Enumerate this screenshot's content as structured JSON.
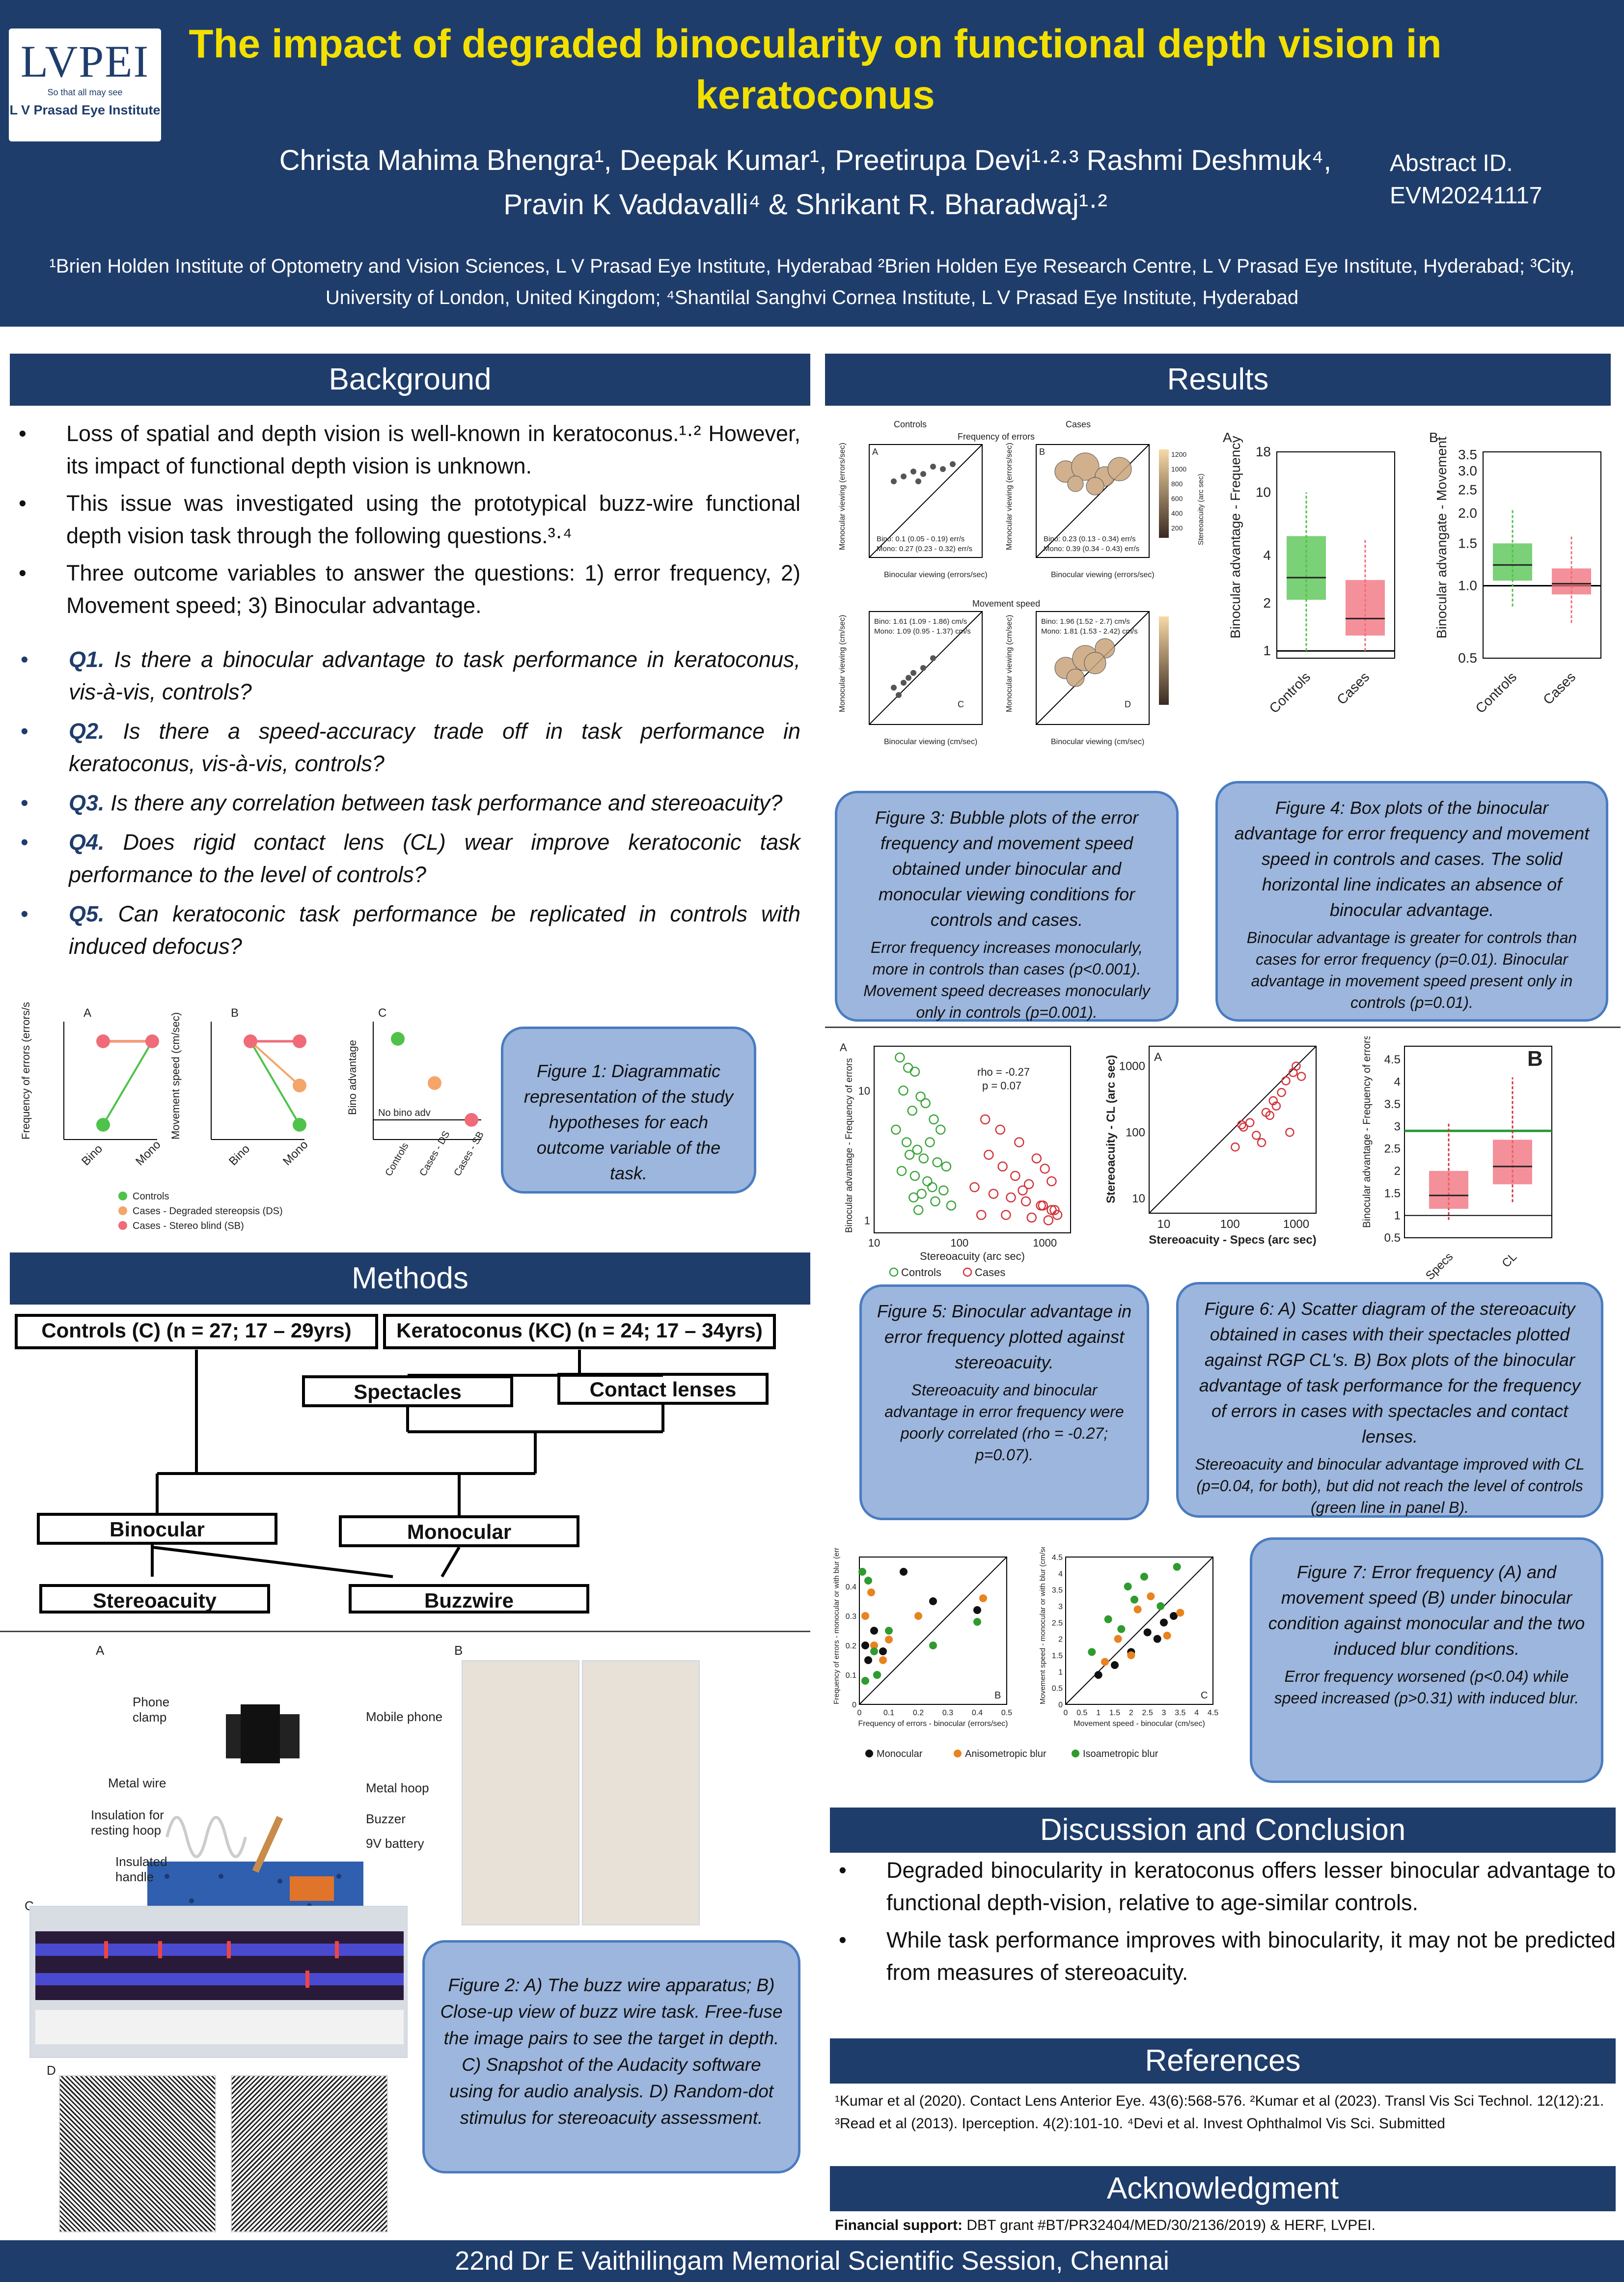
{
  "header": {
    "logo_mark": "LVPEI",
    "logo_tagline": "So that all may see",
    "logo_name": "L V Prasad Eye Institute",
    "title": "The impact of degraded binocularity on functional depth vision in keratoconus",
    "authors_line1": "Christa Mahima Bhengra¹, Deepak Kumar¹, Preetirupa Devi¹·²·³ Rashmi Deshmuk⁴,",
    "authors_line2": "Pravin K Vaddavalli⁴ & Shrikant R. Bharadwaj¹·²",
    "abstract_label": "Abstract ID.",
    "abstract_id": "EVM20241117",
    "affiliations": "¹Brien Holden Institute of Optometry and Vision Sciences, L V Prasad Eye Institute, Hyderabad ²Brien Holden Eye Research Centre, L V Prasad Eye Institute, Hyderabad; ³City, University of London, United Kingdom; ⁴Shantilal Sanghvi Cornea Institute, L V Prasad Eye Institute, Hyderabad"
  },
  "background": {
    "heading": "Background",
    "bullets": [
      "Loss of spatial and depth vision is well-known in keratoconus.¹·² However, its impact of functional depth vision is unknown.",
      "This issue was investigated using the prototypical buzz-wire functional depth vision task through the following questions.³·⁴",
      "Three outcome variables to answer the questions: 1) error frequency, 2) Movement speed; 3) Binocular advantage."
    ],
    "questions": [
      {
        "id": "Q1.",
        "text": "Is there a binocular advantage to task performance in keratoconus, vis-à-vis, controls?"
      },
      {
        "id": "Q2.",
        "text": "Is there a speed-accuracy trade off in task performance in keratoconus, vis-à-vis, controls?"
      },
      {
        "id": "Q3.",
        "text": "Is there any correlation between task performance and stereoacuity?"
      },
      {
        "id": "Q4.",
        "text": "Does rigid contact lens (CL) wear improve keratoconic task performance to the level of controls?"
      },
      {
        "id": "Q5.",
        "text": "Can keratoconic task performance be replicated in controls with induced defocus?"
      }
    ],
    "fig1_caption": "Figure 1: Diagrammatic representation of the study hypotheses for each outcome variable of the task."
  },
  "fig1": {
    "panels": [
      "A",
      "B",
      "C"
    ],
    "ylabels": [
      "Frequency of errors (errors/sec)",
      "Movement speed (cm/sec)",
      "Bino advantage"
    ],
    "xticks": [
      "Bino",
      "Mono"
    ],
    "c_xticks": [
      "Controls",
      "Cases - DS",
      "Cases - SB"
    ],
    "c_note": "No bino adv",
    "legend": [
      "Controls",
      "Cases - Degraded stereopsis (DS)",
      "Cases - Stereo blind (SB)"
    ]
  },
  "methods": {
    "heading": "Methods",
    "controls": "Controls (C) (n = 27; 17 – 29yrs)",
    "keratoconus": "Keratoconus (KC) (n = 24; 17 – 34yrs)",
    "spectacles": "Spectacles",
    "contact_lenses": "Contact lenses",
    "binocular": "Binocular",
    "monocular": "Monocular",
    "stereoacuity": "Stereoacuity",
    "buzzwire": "Buzzwire",
    "fig2_labels": {
      "A": "A",
      "B": "B",
      "C": "C",
      "D": "D",
      "phone_clamp": "Phone clamp",
      "mobile_phone": "Mobile phone",
      "metal_wire": "Metal wire",
      "metal_hoop": "Metal hoop",
      "insulation": "Insulation for resting hoop",
      "buzzer": "Buzzer",
      "battery": "9V battery",
      "handle": "Insulated handle"
    },
    "fig2_caption": "Figure 2: A) The buzz wire apparatus; B) Close-up view of buzz wire task. Free-fuse the image pairs to see the target in depth. C) Snapshot of the Audacity software using for audio analysis. D) Random-dot stimulus for stereoacuity assessment."
  },
  "results": {
    "heading": "Results",
    "fig3": {
      "col_controls": "Controls",
      "col_cases": "Cases",
      "row1_title": "Frequency of errors",
      "row2_title": "Movement speed",
      "panel_labels": [
        "A",
        "B",
        "C",
        "D"
      ],
      "y1": "Monocular viewing (errors/sec)",
      "x1": "Binocular viewing (errors/sec)",
      "y2": "Monocular viewing (cm/sec)",
      "x2": "Binocular viewing (cm/sec)",
      "a_bino": "Bino: 0.1 (0.05 - 0.19) err/s",
      "a_mono": "Mono: 0.27 (0.23 - 0.32) err/s",
      "b_bino": "Bino: 0.23 (0.13 - 0.34) err/s",
      "b_mono": "Mono: 0.39 (0.34 - 0.43) err/s",
      "c_bino": "Bino: 1.61 (1.09 - 1.86) cm/s",
      "c_mono": "Mono: 1.09 (0.95 - 1.37) cm/s",
      "d_bino": "Bino: 1.96 (1.52 - 2.7) cm/s",
      "d_mono": "Mono: 1.81 (1.53 - 2.42) cm/s",
      "colorbar_label": "Stereoacuity (arc sec)",
      "colorbar_ticks": [
        "1200",
        "1000",
        "800",
        "600",
        "400",
        "200"
      ]
    },
    "fig3_caption": "Figure 3: Bubble plots of the error frequency and movement speed obtained under binocular and monocular viewing conditions for controls and cases.",
    "fig3_caption_sm": "Error frequency increases monocularly, more in controls than cases (p<0.001). Movement speed decreases monocularly only in controls (p=0.001).",
    "fig4_caption": "Figure 4: Box plots of the binocular advantage for error frequency and movement speed in controls and cases. The solid horizontal line indicates an absence of binocular advantage.",
    "fig4_caption_sm": "Binocular advantage is greater for controls than cases for error frequency (p=0.01). Binocular advantage in movement speed present only in controls (p=0.01).",
    "fig5_caption": "Figure 5: Binocular advantage in error frequency plotted against stereoacuity.",
    "fig5_caption_sm": "Stereoacuity and binocular advantage in error frequency were poorly correlated (rho = -0.27; p=0.07).",
    "fig6_caption": "Figure 6: A) Scatter diagram of the stereoacuity obtained in cases with their spectacles plotted against RGP CL's. B) Box plots of the binocular advantage of task performance for the frequency of errors in cases with spectacles and contact lenses.",
    "fig6_caption_sm": "Stereoacuity and binocular advantage improved with CL (p=0.04, for both), but did not reach the level of controls (green line in panel B).",
    "fig7_caption": "Figure 7: Error frequency (A) and movement speed (B) under binocular condition against monocular and the two induced blur conditions.",
    "fig7_caption_sm": "Error frequency worsened (p<0.04) while speed increased (p>0.31) with induced blur."
  },
  "chart_data": [
    {
      "type": "box",
      "panel": "A",
      "ylabel": "Binocular advantage - Frequency of errors",
      "categories": [
        "Controls",
        "Cases"
      ],
      "yscale": "log",
      "yticks": [
        "1",
        "2",
        "4",
        "10",
        "18"
      ],
      "series": [
        {
          "values": [
            {
              "q1": 2.1,
              "median": 2.9,
              "q3": 5.3,
              "min": 1.0,
              "max": 10.0
            },
            {
              "q1": 1.25,
              "median": 1.6,
              "q3": 2.8,
              "min": 1.0,
              "max": 5.0
            }
          ]
        }
      ],
      "colors": [
        "#4fc24a",
        "#f06b78"
      ]
    },
    {
      "type": "box",
      "panel": "B",
      "ylabel": "Binocular advangate - Movement speed",
      "categories": [
        "Controls",
        "Cases"
      ],
      "yscale": "log",
      "yticks": [
        "0.5",
        "1.0",
        "1.5",
        "2.0",
        "2.5",
        "3.0",
        "3.5"
      ],
      "series": [
        {
          "values": [
            {
              "q1": 1.05,
              "median": 1.22,
              "q3": 1.5,
              "min": 0.82,
              "max": 2.1
            },
            {
              "q1": 0.92,
              "median": 1.02,
              "q3": 1.18,
              "min": 0.7,
              "max": 1.6
            }
          ]
        }
      ],
      "colors": [
        "#4fc24a",
        "#f06b78"
      ]
    },
    {
      "type": "scatter",
      "panel": "Fig5 A",
      "xlabel": "Stereoacuity (arc sec)",
      "ylabel": "Binocular advantage - Frequency of errors",
      "annotation": [
        "rho = -0.27",
        "p = 0.07"
      ],
      "legend": [
        "Controls",
        "Cases"
      ],
      "xticks": [
        "10",
        "100",
        "1000"
      ],
      "yticks": [
        "1",
        "10"
      ],
      "series": [
        {
          "name": "Controls",
          "x": [
            20,
            25,
            30,
            22,
            35,
            40,
            28,
            50,
            60,
            18,
            24,
            45,
            32,
            26,
            38,
            55,
            70,
            21,
            30,
            42,
            48,
            65,
            36,
            29,
            52,
            80,
            33
          ],
          "y": [
            18,
            15,
            14,
            10,
            9,
            8,
            7,
            6,
            5,
            5,
            4,
            4,
            3.5,
            3.2,
            3,
            2.8,
            2.6,
            2.4,
            2.2,
            2,
            1.8,
            1.7,
            1.6,
            1.5,
            1.4,
            1.3,
            1.2
          ]
        },
        {
          "name": "Cases",
          "x": [
            200,
            300,
            500,
            800,
            1000,
            1200,
            150,
            250,
            400,
            600,
            900,
            1300,
            180,
            350,
            700,
            1100,
            450,
            220,
            650,
            950,
            1400,
            320,
            550,
            1200
          ],
          "y": [
            6,
            5,
            4,
            3,
            2.5,
            2,
            1.8,
            1.6,
            1.5,
            1.4,
            1.3,
            1.2,
            1.1,
            1.1,
            1.05,
            1.0,
            2.2,
            3.2,
            1.9,
            1.3,
            1.1,
            2.6,
            1.7,
            1.2
          ]
        }
      ]
    },
    {
      "type": "scatter",
      "panel": "Fig6 A",
      "xlabel": "Stereoacuity - Specs (arc sec)",
      "ylabel": "Stereoacuity - CL (arc sec)",
      "xticks": [
        "10",
        "100",
        "1000"
      ],
      "yticks": [
        "10",
        "100",
        "1000"
      ],
      "series": [
        {
          "x": [
            120,
            160,
            200,
            250,
            300,
            350,
            400,
            500,
            600,
            700,
            800,
            900,
            1000,
            1200,
            150,
            450
          ],
          "y": [
            60,
            120,
            140,
            90,
            70,
            200,
            180,
            250,
            400,
            600,
            100,
            800,
            1000,
            700,
            130,
            300
          ]
        }
      ]
    },
    {
      "type": "box",
      "panel": "Fig6 B",
      "ylabel": "Binocular advantage - Frequency of errors",
      "categories": [
        "Specs",
        "CL"
      ],
      "yticks": [
        "0.5",
        "1",
        "1.5",
        "2",
        "2.5",
        "3",
        "3.5",
        "4",
        "4.5"
      ],
      "ylim": [
        0.5,
        4.8
      ],
      "control_line": 2.9,
      "series": [
        {
          "values": [
            {
              "q1": 1.15,
              "median": 1.45,
              "q3": 2.0,
              "min": 0.9,
              "max": 3.1
            },
            {
              "q1": 1.7,
              "median": 2.1,
              "q3": 2.7,
              "min": 1.3,
              "max": 4.1
            }
          ]
        }
      ],
      "colors": [
        "#f06b78",
        "#f06b78"
      ]
    },
    {
      "type": "scatter",
      "panel": "Fig7 B",
      "xlabel": "Frequency of errors - binocular (errors/sec)",
      "ylabel": "Frequency of errors - monocular or with blur (errors/sec)",
      "legend": [
        "Monocular",
        "Anisometropic blur",
        "Isoametropic blur"
      ],
      "xticks": [
        "0",
        "0.1",
        "0.2",
        "0.3",
        "0.4",
        "0.5"
      ],
      "yticks": [
        "0",
        "0.1",
        "0.2",
        "0.3",
        "0.4"
      ],
      "series": [
        {
          "name": "Monocular",
          "x": [
            0.02,
            0.05,
            0.08,
            0.15,
            0.25,
            0.4,
            0.03,
            0.06
          ],
          "y": [
            0.2,
            0.25,
            0.18,
            0.45,
            0.35,
            0.32,
            0.15,
            0.1
          ]
        },
        {
          "name": "Anisometropic blur",
          "x": [
            0.02,
            0.04,
            0.1,
            0.2,
            0.42,
            0.05,
            0.08
          ],
          "y": [
            0.3,
            0.38,
            0.22,
            0.3,
            0.36,
            0.2,
            0.15
          ]
        },
        {
          "name": "Isoametropic blur",
          "x": [
            0.01,
            0.03,
            0.06,
            0.25,
            0.4,
            0.02,
            0.05,
            0.1
          ],
          "y": [
            0.45,
            0.42,
            0.1,
            0.2,
            0.28,
            0.08,
            0.18,
            0.25
          ]
        }
      ]
    },
    {
      "type": "scatter",
      "panel": "Fig7 C",
      "xlabel": "Movement speed - binocular (cm/sec)",
      "ylabel": "Movement speed - monocular or with blur (cm/sec)",
      "xticks": [
        "0",
        "0.5",
        "1",
        "1.5",
        "2",
        "2.5",
        "3",
        "3.5",
        "4",
        "4.5"
      ],
      "yticks": [
        "0",
        "0.5",
        "1",
        "1.5",
        "2",
        "2.5",
        "3",
        "3.5",
        "4",
        "4.5"
      ],
      "series": [
        {
          "name": "Monocular",
          "x": [
            1.0,
            1.5,
            2.0,
            2.5,
            3.0,
            3.3,
            2.8
          ],
          "y": [
            0.9,
            1.2,
            1.6,
            2.2,
            2.5,
            2.7,
            2.0
          ]
        },
        {
          "name": "Anisometropic blur",
          "x": [
            1.2,
            1.6,
            2.2,
            2.6,
            3.1,
            2.0,
            3.5
          ],
          "y": [
            1.3,
            2.0,
            2.9,
            3.3,
            2.1,
            1.5,
            2.8
          ]
        },
        {
          "name": "Isoametropic blur",
          "x": [
            0.8,
            1.3,
            1.9,
            2.4,
            2.9,
            3.4,
            2.1,
            1.7
          ],
          "y": [
            1.6,
            2.6,
            3.6,
            3.9,
            3.0,
            4.2,
            3.2,
            2.3
          ]
        }
      ]
    }
  ],
  "discussion": {
    "heading": "Discussion and Conclusion",
    "bullets": [
      "Degraded binocularity in keratoconus offers lesser binocular advantage to functional depth-vision, relative to age-similar controls.",
      "While task performance improves with binocularity, it may not be predicted from measures of stereoacuity."
    ]
  },
  "references": {
    "heading": "References",
    "text": "¹Kumar et al (2020). Contact Lens Anterior Eye. 43(6):568-576. ²Kumar et al (2023). Transl Vis Sci Technol. 12(12):21. ³Read et al (2013). Iperception. 4(2):101-10. ⁴Devi et al. Invest Ophthalmol Vis Sci. Submitted"
  },
  "acknowledgment": {
    "heading": "Acknowledgment",
    "label": "Financial support:",
    "text": " DBT grant #BT/PR32404/MED/30/2136/2019) & HERF, LVPEI."
  },
  "footer": "22nd Dr E Vaithilingam Memorial Scientific Session, Chennai"
}
